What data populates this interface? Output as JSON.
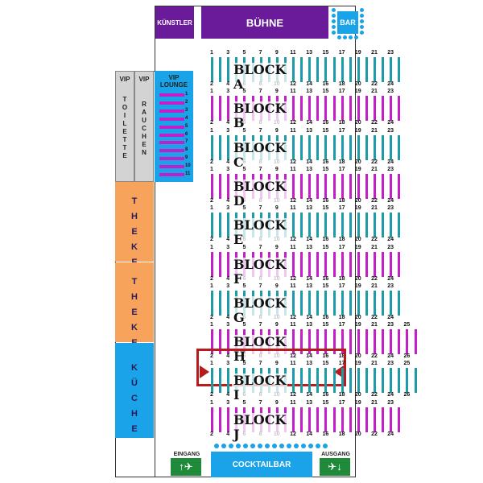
{
  "venue": {
    "stage_label": "BÜHNE",
    "artist_label": "KÜNSTLER",
    "bar_label": "BAR",
    "vip_toilet_label": "VIP",
    "vip_toilet_letters": [
      "T",
      "O",
      "I",
      "L",
      "E",
      "T",
      "T",
      "E"
    ],
    "vip_smoking_label": "VIP",
    "vip_smoking_letters": [
      "R",
      "A",
      "U",
      "C",
      "H",
      "E",
      "N"
    ],
    "vip_lounge_label": "VIP LOUNGE",
    "vip_lounge_rows": [
      "1",
      "2",
      "3",
      "4",
      "5",
      "6",
      "7",
      "8",
      "9",
      "10",
      "11"
    ],
    "counter1_letters": [
      "T",
      "H",
      "E",
      "K",
      "E"
    ],
    "counter2_letters": [
      "T",
      "H",
      "E",
      "K",
      "E"
    ],
    "kitchen_letters": [
      "K",
      "Ü",
      "C",
      "H",
      "E"
    ],
    "entrance_label": "EINGANG",
    "exit_label": "AUSGANG",
    "cocktailbar_label": "COCKTAILBAR",
    "entrance_icon": "arrow-up-walking-icon",
    "exit_icon": "walking-arrow-down-icon"
  },
  "colors": {
    "purple": "#6a1b9a",
    "blue": "#1aa3e8",
    "teal": "#1f9aa8",
    "magenta": "#c21fc9",
    "orange": "#f7a35c",
    "grey": "#d3d3d3",
    "highlight": "#b71c1c",
    "exit_green": "#1f8a3a"
  },
  "blocks": [
    {
      "name": "BLOCK A",
      "seat_color": "teal",
      "odd": [
        "1",
        "3",
        "5",
        "7",
        "9",
        "11",
        "13",
        "15",
        "17",
        "19",
        "21",
        "23"
      ],
      "even": [
        "2",
        "4",
        "6",
        "8",
        "10",
        "12",
        "14",
        "16",
        "18",
        "20",
        "22",
        "24"
      ],
      "highlighted": false
    },
    {
      "name": "BLOCK B",
      "seat_color": "magenta",
      "odd": [
        "1",
        "3",
        "5",
        "7",
        "9",
        "11",
        "13",
        "15",
        "17",
        "19",
        "21",
        "23"
      ],
      "even": [
        "2",
        "4",
        "6",
        "8",
        "10",
        "12",
        "14",
        "16",
        "18",
        "20",
        "22",
        "24"
      ],
      "highlighted": false
    },
    {
      "name": "BLOCK C",
      "seat_color": "teal",
      "odd": [
        "1",
        "3",
        "5",
        "7",
        "9",
        "11",
        "13",
        "15",
        "17",
        "19",
        "21",
        "23"
      ],
      "even": [
        "2",
        "4",
        "6",
        "8",
        "10",
        "12",
        "14",
        "16",
        "18",
        "20",
        "22",
        "24"
      ],
      "highlighted": false
    },
    {
      "name": "BLOCK D",
      "seat_color": "magenta",
      "odd": [
        "1",
        "3",
        "5",
        "7",
        "9",
        "11",
        "13",
        "15",
        "17",
        "19",
        "21",
        "23"
      ],
      "even": [
        "2",
        "4",
        "6",
        "8",
        "10",
        "12",
        "14",
        "16",
        "18",
        "20",
        "22",
        "24"
      ],
      "highlighted": false
    },
    {
      "name": "BLOCK E",
      "seat_color": "teal",
      "odd": [
        "1",
        "3",
        "5",
        "7",
        "9",
        "11",
        "13",
        "15",
        "17",
        "19",
        "21",
        "23"
      ],
      "even": [
        "2",
        "4",
        "6",
        "8",
        "10",
        "12",
        "14",
        "16",
        "18",
        "20",
        "22",
        "24"
      ],
      "highlighted": false
    },
    {
      "name": "BLOCK F",
      "seat_color": "magenta",
      "odd": [
        "1",
        "3",
        "5",
        "7",
        "9",
        "11",
        "13",
        "15",
        "17",
        "19",
        "21",
        "23"
      ],
      "even": [
        "2",
        "4",
        "6",
        "8",
        "10",
        "12",
        "14",
        "16",
        "18",
        "20",
        "22",
        "24"
      ],
      "highlighted": false
    },
    {
      "name": "BLOCK G",
      "seat_color": "teal",
      "odd": [
        "1",
        "3",
        "5",
        "7",
        "9",
        "11",
        "13",
        "15",
        "17",
        "19",
        "21",
        "23"
      ],
      "even": [
        "2",
        "4",
        "6",
        "8",
        "10",
        "12",
        "14",
        "16",
        "18",
        "20",
        "22",
        "24"
      ],
      "highlighted": false
    },
    {
      "name": "BLOCK H",
      "seat_color": "magenta",
      "odd": [
        "1",
        "3",
        "5",
        "7",
        "9",
        "11",
        "13",
        "15",
        "17",
        "19",
        "21",
        "23",
        "25"
      ],
      "even": [
        "2",
        "4",
        "6",
        "8",
        "10",
        "12",
        "14",
        "16",
        "18",
        "20",
        "22",
        "24",
        "26"
      ],
      "highlighted": false
    },
    {
      "name": "BLOCK I",
      "seat_color": "teal",
      "odd": [
        "1",
        "3",
        "5",
        "7",
        "9",
        "11",
        "13",
        "15",
        "17",
        "19",
        "21",
        "23",
        "25"
      ],
      "even": [
        "2",
        "4",
        "6",
        "8",
        "10",
        "12",
        "14",
        "16",
        "18",
        "20",
        "22",
        "24",
        "26"
      ],
      "highlighted": true
    },
    {
      "name": "BLOCK J",
      "seat_color": "magenta",
      "odd": [
        "1",
        "3",
        "5",
        "7",
        "9",
        "11",
        "13",
        "15",
        "17",
        "19",
        "21",
        "23"
      ],
      "even": [
        "2",
        "4",
        "6",
        "8",
        "10",
        "12",
        "14",
        "16",
        "18",
        "20",
        "22",
        "24"
      ],
      "highlighted": false
    }
  ]
}
